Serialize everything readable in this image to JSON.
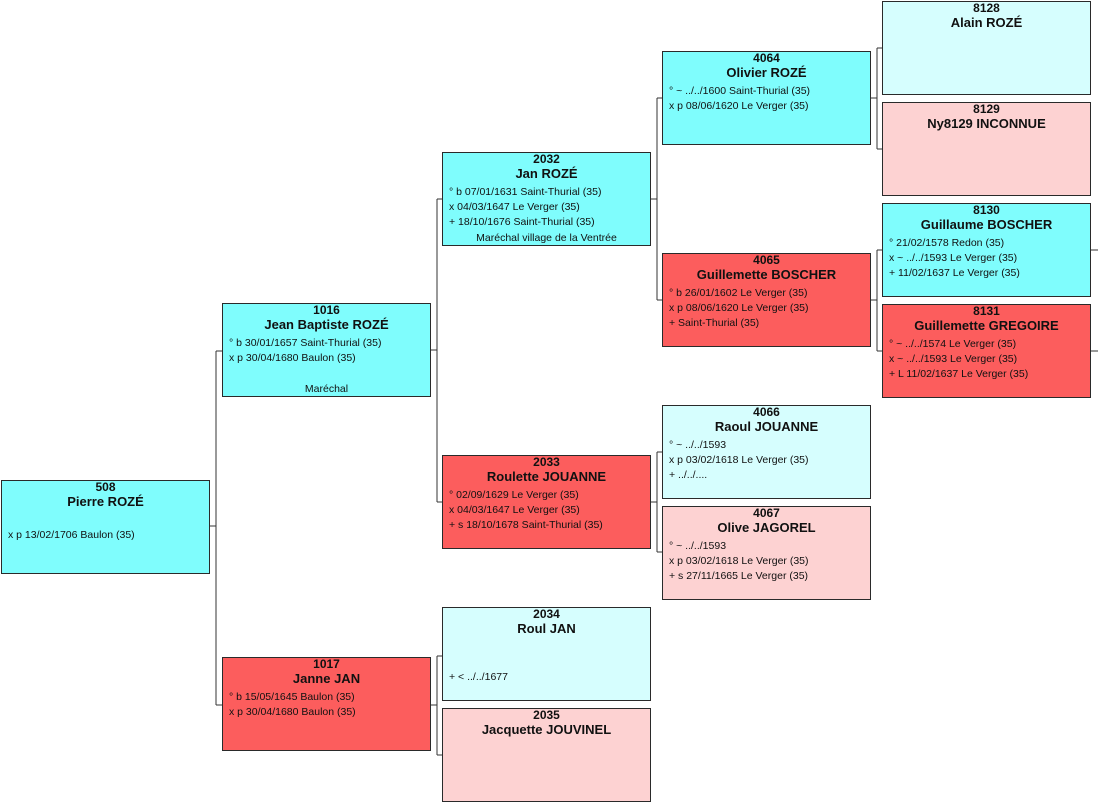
{
  "persons": {
    "p508": {
      "num": "508",
      "name": "Pierre ROZÉ",
      "facts": [
        "x p 13/02/1706 Baulon (35)"
      ]
    },
    "p1016": {
      "num": "1016",
      "name": "Jean Baptiste ROZÉ",
      "facts": [
        "° b 30/01/1657 Saint-Thurial (35)",
        "x p 30/04/1680 Baulon (35)"
      ],
      "occupation": "Maréchal"
    },
    "p1017": {
      "num": "1017",
      "name": "Janne JAN",
      "facts": [
        "° b 15/05/1645 Baulon (35)",
        "x p 30/04/1680 Baulon (35)"
      ]
    },
    "p2032": {
      "num": "2032",
      "name": "Jan ROZÉ",
      "facts": [
        "° b 07/01/1631 Saint-Thurial (35)",
        "x 04/03/1647 Le Verger (35)",
        "+ 18/10/1676 Saint-Thurial (35)"
      ],
      "occupation": "Maréchal village de la Ventrée"
    },
    "p2033": {
      "num": "2033",
      "name": "Roulette JOUANNE",
      "facts": [
        "° 02/09/1629 Le Verger (35)",
        "x 04/03/1647 Le Verger (35)",
        "+ s 18/10/1678 Saint-Thurial (35)"
      ]
    },
    "p2034": {
      "num": "2034",
      "name": "Roul JAN",
      "facts": [
        "+ < ../../1677"
      ]
    },
    "p2035": {
      "num": "2035",
      "name": "Jacquette JOUVINEL",
      "facts": []
    },
    "p4064": {
      "num": "4064",
      "name": "Olivier ROZÉ",
      "facts": [
        "° ~ ../../1600 Saint-Thurial (35)",
        "x p 08/06/1620 Le Verger (35)"
      ]
    },
    "p4065": {
      "num": "4065",
      "name": "Guillemette BOSCHER",
      "facts": [
        "° b 26/01/1602 Le Verger (35)",
        "x p 08/06/1620 Le Verger (35)",
        "+ Saint-Thurial (35)"
      ]
    },
    "p4066": {
      "num": "4066",
      "name": "Raoul JOUANNE",
      "facts": [
        "° ~ ../../1593",
        "x p 03/02/1618 Le Verger (35)",
        "+ ../../...."
      ]
    },
    "p4067": {
      "num": "4067",
      "name": "Olive JAGOREL",
      "facts": [
        "° ~ ../../1593",
        "x p 03/02/1618 Le Verger (35)",
        "+ s 27/11/1665 Le Verger (35)"
      ]
    },
    "p8128": {
      "num": "8128",
      "name": "Alain ROZÉ",
      "facts": []
    },
    "p8129": {
      "num": "8129",
      "name": "Ny8129 INCONNUE",
      "facts": []
    },
    "p8130": {
      "num": "8130",
      "name": "Guillaume BOSCHER",
      "facts": [
        "° 21/02/1578 Redon (35)",
        "x ~ ../../1593 Le Verger (35)",
        "+ 11/02/1637 Le Verger (35)"
      ]
    },
    "p8131": {
      "num": "8131",
      "name": "Guillemette GREGOIRE",
      "facts": [
        "° ~ ../../1574 Le Verger (35)",
        "x ~ ../../1593 Le Verger (35)",
        "+ L 11/02/1637 Le Verger (35)"
      ]
    }
  },
  "colors": {
    "male_known": "#7ffdfd",
    "male_light": "#d6fefe",
    "female_known": "#fc5d5d",
    "female_light": "#fdd2d2",
    "connector": "#333333"
  }
}
